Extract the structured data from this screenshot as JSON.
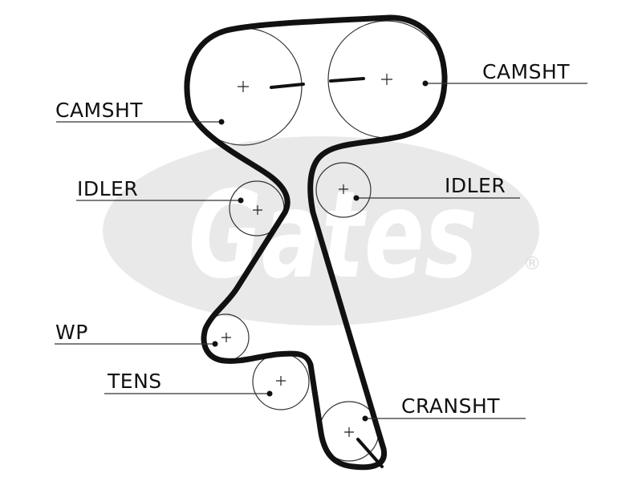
{
  "watermark": {
    "logo_text": "Gates",
    "registered_mark": "®"
  },
  "labels": {
    "camshaft_left": "CAMSHT",
    "camshaft_right": "CAMSHT",
    "idler_left": "IDLER",
    "idler_right": "IDLER",
    "water_pump": "WP",
    "tensioner": "TENS",
    "crankshaft": "CRANSHT"
  },
  "colors": {
    "background": "#ffffff",
    "belt": "#111111",
    "watermark": "#e9e9e9"
  }
}
